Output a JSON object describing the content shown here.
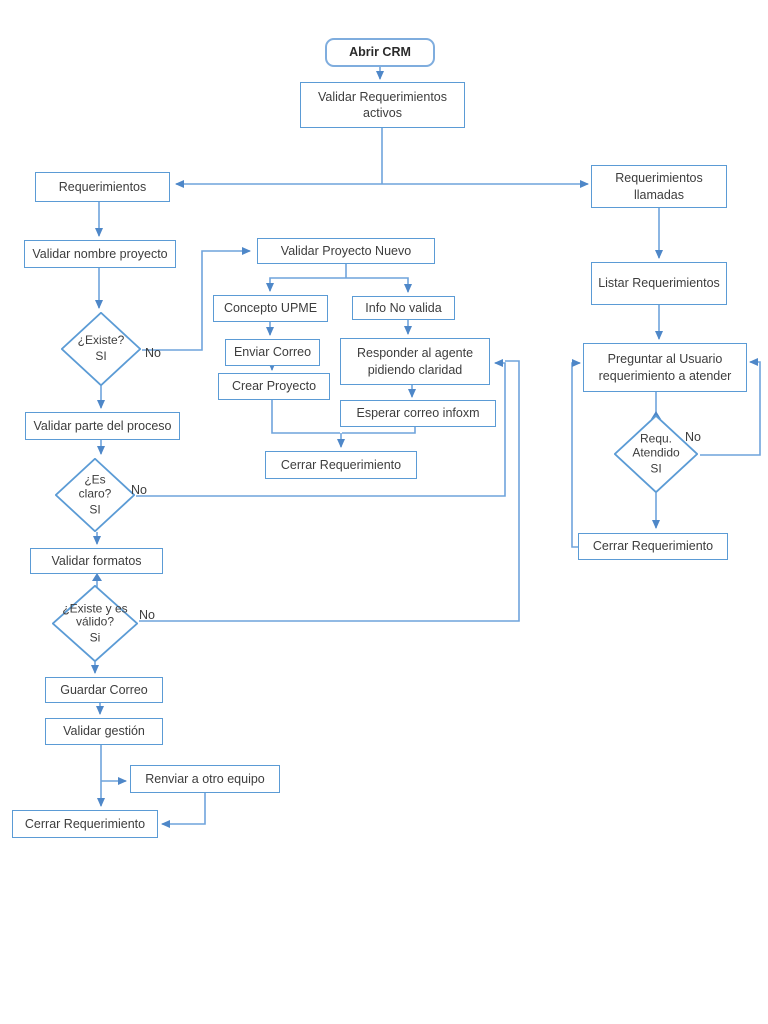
{
  "diagram": {
    "type": "flowchart",
    "language": "es",
    "colors": {
      "box_border": "#5B9BD5",
      "rounded_box_border": "#7FADDE",
      "connector_line": "#6FA3DC",
      "arrowhead": "#4E87C8",
      "text": "#3d3d3d",
      "background": "#ffffff"
    }
  },
  "nodes": {
    "abrir_crm": {
      "label": "Abrir CRM"
    },
    "validar_requerimientos_activos": {
      "label": "Validar Requerimientos activos"
    },
    "requerimientos": {
      "label": "Requerimientos"
    },
    "validar_nombre_proyecto": {
      "label": "Validar nombre proyecto"
    },
    "validar_parte_proceso": {
      "label": "Validar parte del proceso"
    },
    "validar_formatos": {
      "label": "Validar formatos"
    },
    "guardar_correo": {
      "label": "Guardar Correo"
    },
    "validar_gestion": {
      "label": "Validar gestión"
    },
    "renviar_otro_equipo": {
      "label": "Renviar a otro equipo"
    },
    "cerrar_requerimiento_izq": {
      "label": "Cerrar Requerimiento"
    },
    "validar_proyecto_nuevo": {
      "label": "Validar Proyecto Nuevo"
    },
    "concepto_upme": {
      "label": "Concepto UPME"
    },
    "info_no_valida": {
      "label": "Info No valida"
    },
    "enviar_correo": {
      "label": "Enviar Correo"
    },
    "responder_agente": {
      "label": "Responder al agente pidiendo claridad"
    },
    "crear_proyecto": {
      "label": "Crear Proyecto"
    },
    "esperar_correo": {
      "label": "Esperar correo infoxm"
    },
    "cerrar_requerimiento_centro": {
      "label": "Cerrar Requerimiento"
    },
    "requerimientos_llamadas": {
      "label": "Requerimientos llamadas"
    },
    "listar_requerimientos": {
      "label": "Listar Requerimientos"
    },
    "preguntar_usuario": {
      "label": "Preguntar al Usuario requerimiento a atender"
    },
    "cerrar_requerimiento_der": {
      "label": "Cerrar Requerimiento"
    }
  },
  "decisions": {
    "existe": {
      "label": "¿Existe?",
      "yes": "SI",
      "no": "No"
    },
    "es_claro": {
      "label": "¿Es claro?",
      "yes": "SI",
      "no": "No"
    },
    "existe_valido": {
      "label": "¿Existe y es válido?",
      "yes": "Si",
      "no": "No"
    },
    "requ_atendido": {
      "label": "Requ. Atendido",
      "yes": "SI",
      "no": "No"
    }
  }
}
